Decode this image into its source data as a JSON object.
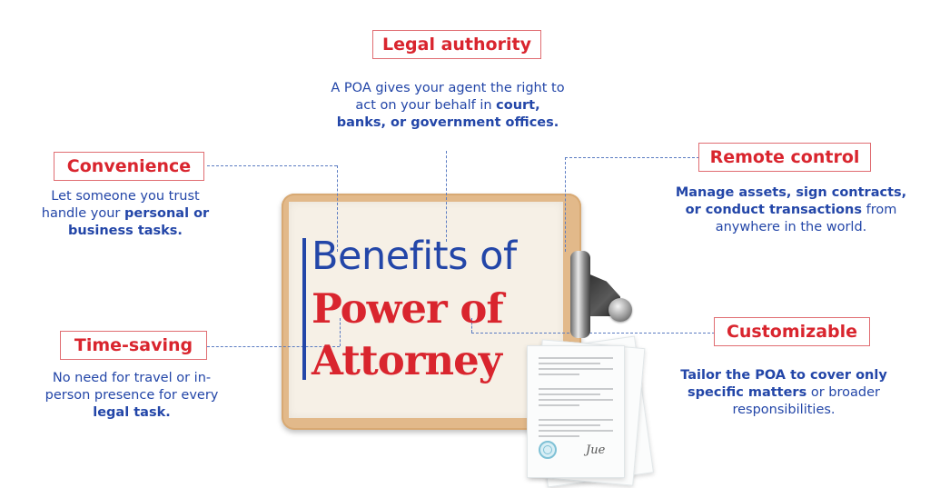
{
  "title": {
    "line1": "Benefits of",
    "line2": "Power of",
    "line3": "Attorney"
  },
  "benefits": [
    {
      "id": "legal-authority",
      "label": "Legal authority",
      "desc_parts": [
        "A POA gives your agent the right to act on your behalf in ",
        "court, banks, or government offices."
      ]
    },
    {
      "id": "convenience",
      "label": "Convenience",
      "desc_parts": [
        "Let someone you trust handle your ",
        "personal or business tasks."
      ]
    },
    {
      "id": "remote-control",
      "label": "Remote control",
      "desc_parts": [
        "Manage assets, sign contracts, or conduct transactions",
        " from anywhere in the world."
      ]
    },
    {
      "id": "time-saving",
      "label": "Time-saving",
      "desc_parts": [
        "No need for travel or in-person presence for every ",
        "legal task."
      ]
    },
    {
      "id": "customizable",
      "label": "Customizable",
      "desc_parts": [
        "Tailor the POA to cover only specific matters",
        " or broader responsibilities."
      ]
    }
  ],
  "document": {
    "signature": "Jue"
  },
  "colors": {
    "accent_red": "#d9252e",
    "accent_blue": "#2346a8",
    "box_border": "#e06d72",
    "connector": "#5b7cc2",
    "clipboard": "#e2b98a",
    "paper": "#f6f0e6"
  }
}
